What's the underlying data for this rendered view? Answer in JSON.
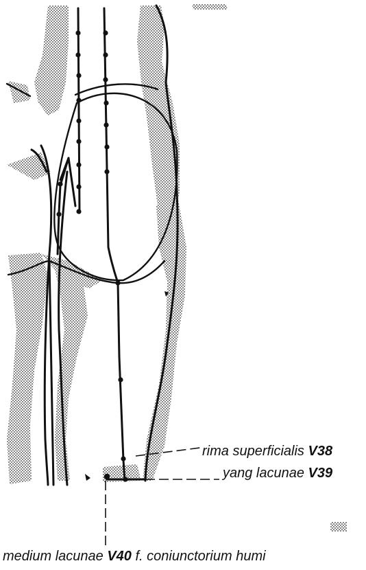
{
  "labels": {
    "v38": {
      "name": "rima superficialis",
      "code": "V38"
    },
    "v39": {
      "name": "yang lacunae",
      "code": "V39"
    },
    "v40": {
      "name": "medium lacunae",
      "code": "V40",
      "suffix": "f. coniunctorium humi"
    }
  },
  "colors": {
    "ink": "#111111",
    "shade": "#8a8a8a",
    "background": "#ffffff"
  }
}
